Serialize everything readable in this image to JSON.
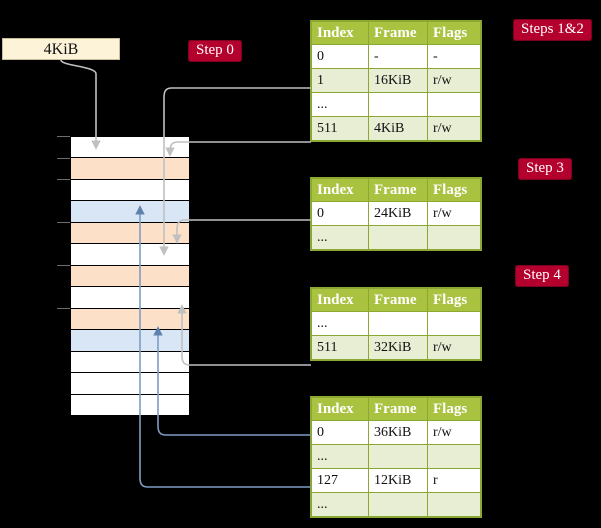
{
  "source_box": {
    "label": "4KiB"
  },
  "steps": [
    {
      "name": "step-0",
      "label": "Step 0"
    },
    {
      "name": "steps-1-2",
      "label": "Steps 1&2"
    },
    {
      "name": "step-3",
      "label": "Step 3"
    },
    {
      "name": "step-4",
      "label": "Step 4"
    }
  ],
  "colors": {
    "background": "#000000",
    "table_header": "#a9c23f",
    "table_alt_row": "#e7eed4",
    "highlight": "#fbfba8",
    "chip": "#b3002d",
    "source_box": "#fdf3d9",
    "mem_peach": "#fde0c8",
    "mem_blue": "#d9e6f5",
    "wire_gray": "#b7b7b7",
    "wire_blue": "#7d9dc4"
  },
  "memory": {
    "name": "physical-memory-column",
    "rows": [
      {
        "fill": "white"
      },
      {
        "fill": "peach"
      },
      {
        "fill": "white"
      },
      {
        "fill": "blue"
      },
      {
        "fill": "peach"
      },
      {
        "fill": "white"
      },
      {
        "fill": "peach"
      },
      {
        "fill": "white"
      },
      {
        "fill": "peach"
      },
      {
        "fill": "blue"
      },
      {
        "fill": "white"
      },
      {
        "fill": "white"
      },
      {
        "fill": "white"
      }
    ]
  },
  "tables": [
    {
      "id": "t1",
      "name": "page-table-level-1",
      "columns": [
        "Index",
        "Frame",
        "Flags"
      ],
      "rows": [
        {
          "cells": [
            "0",
            "-",
            "-"
          ],
          "alt": false,
          "highlight": false
        },
        {
          "cells": [
            "1",
            "16KiB",
            "r/w"
          ],
          "alt": true,
          "highlight": false
        },
        {
          "cells": [
            "...",
            "",
            ""
          ],
          "alt": false,
          "highlight": false
        },
        {
          "cells": [
            "511",
            "4KiB",
            "r/w"
          ],
          "alt": true,
          "highlight": true
        }
      ]
    },
    {
      "id": "t2",
      "name": "page-table-level-2",
      "columns": [
        "Index",
        "Frame",
        "Flags"
      ],
      "rows": [
        {
          "cells": [
            "0",
            "24KiB",
            "r/w"
          ],
          "alt": false,
          "highlight": false
        },
        {
          "cells": [
            "...",
            "",
            ""
          ],
          "alt": true,
          "highlight": false
        }
      ]
    },
    {
      "id": "t3",
      "name": "page-table-level-3",
      "columns": [
        "Index",
        "Frame",
        "Flags"
      ],
      "rows": [
        {
          "cells": [
            "...",
            "",
            ""
          ],
          "alt": false,
          "highlight": false
        },
        {
          "cells": [
            "511",
            "32KiB",
            "r/w"
          ],
          "alt": true,
          "highlight": false
        }
      ]
    },
    {
      "id": "t4",
      "name": "page-table-level-4",
      "columns": [
        "Index",
        "Frame",
        "Flags"
      ],
      "rows": [
        {
          "cells": [
            "0",
            "36KiB",
            "r/w"
          ],
          "alt": false,
          "highlight": false
        },
        {
          "cells": [
            "...",
            "",
            ""
          ],
          "alt": true,
          "highlight": false
        },
        {
          "cells": [
            "127",
            "12KiB",
            "r"
          ],
          "alt": false,
          "highlight": false
        },
        {
          "cells": [
            "...",
            "",
            ""
          ],
          "alt": true,
          "highlight": false
        }
      ]
    }
  ]
}
